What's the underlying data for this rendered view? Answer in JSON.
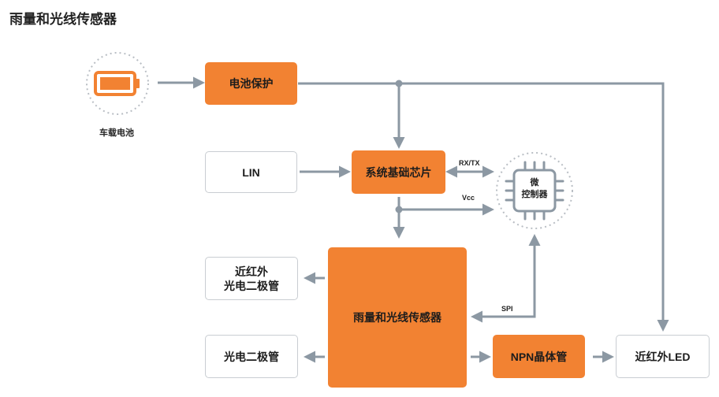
{
  "title": "雨量和光线传感器",
  "battery": {
    "label": "车载电池",
    "icon": "battery-icon",
    "color": "#f28232"
  },
  "nodes": {
    "battery_protect": "电池保护",
    "lin": "LIN",
    "sbc": "系统基础芯片",
    "ir_photodiode_line1": "近红外",
    "ir_photodiode_line2": "光电二极管",
    "sensor": "雨量和光线传感器",
    "photodiode": "光电二极管",
    "npn": "NPN晶体管",
    "ir_led": "近红外LED",
    "mcu_line1": "微",
    "mcu_line2": "控制器"
  },
  "edge_labels": {
    "rxtx": "RX/TX",
    "vcc": "Vcc",
    "spi": "SPI"
  },
  "icons": {
    "mcu": "microcontroller-chip-icon"
  },
  "colors": {
    "accent": "#f28232",
    "line": "#8c98a3",
    "border": "#c9cdd2"
  }
}
